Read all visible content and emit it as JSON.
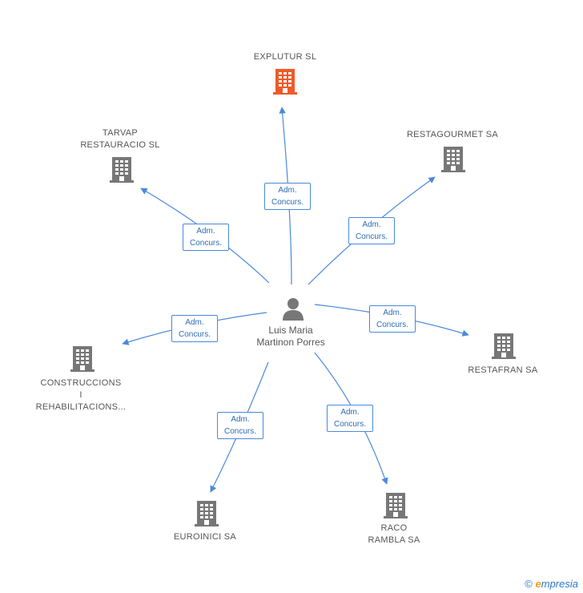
{
  "center": {
    "name_lines": [
      "Luis Maria",
      "Martinon",
      "Porres"
    ]
  },
  "relation_label": [
    "Adm.",
    "Concurs."
  ],
  "companies": [
    {
      "id": "explutur",
      "lines": [
        "EXPLUTUR SL"
      ],
      "highlight": true
    },
    {
      "id": "tarvap",
      "lines": [
        "TARVAP",
        "RESTAURACIO SL"
      ],
      "highlight": false
    },
    {
      "id": "restagourmet",
      "lines": [
        "RESTAGOURMET SA"
      ],
      "highlight": false
    },
    {
      "id": "restafran",
      "lines": [
        "RESTAFRAN SA"
      ],
      "highlight": false
    },
    {
      "id": "construccions",
      "lines": [
        "CONSTRUCCIONS",
        "I",
        "REHABILITACIONS..."
      ],
      "highlight": false
    },
    {
      "id": "euroinici",
      "lines": [
        "EUROINICI SA"
      ],
      "highlight": false
    },
    {
      "id": "raco",
      "lines": [
        "RACO",
        "RAMBLA SA"
      ],
      "highlight": false
    }
  ],
  "colors": {
    "edge": "#4a89dc",
    "building": "#777777",
    "highlight": "#f05a28",
    "person": "#777777"
  },
  "footer": {
    "copyright": "©",
    "brand_e": "e",
    "brand_rest": "mpresia"
  }
}
